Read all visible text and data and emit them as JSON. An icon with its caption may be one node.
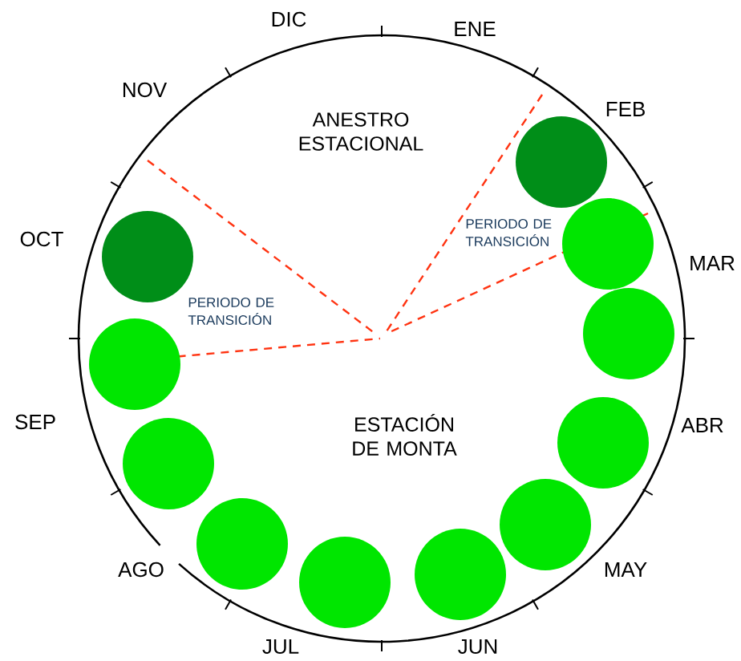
{
  "diagram": {
    "nodes": [
      {
        "text": [],
        "shape": "circle"
      },
      {
        "text": [],
        "shape": "circle"
      },
      {
        "text": [],
        "shape": "circle"
      },
      {
        "text": [],
        "shape": "circle"
      },
      {
        "text": [],
        "shape": "circle"
      },
      {
        "text": [],
        "shape": "circle"
      },
      {
        "text": [],
        "shape": "circle"
      },
      {
        "text": [],
        "shape": "circle"
      },
      {
        "text": [],
        "shape": "circle"
      },
      {
        "text": [],
        "shape": "circle"
      },
      {
        "text": [],
        "shape": "circle"
      }
    ],
    "labels": [
      "DIC",
      "ENE",
      "NOV",
      "ANESTRO ESTACIONAL",
      "FEB",
      "PERIODO DE TRANSICIÓN",
      "OCT",
      "MAR",
      "PERIODO DE TRANSICIÓN",
      "SEP",
      "ESTACIÓN DE MONTA",
      "ABR",
      "AGO",
      "MAY",
      "JUL",
      "JUN"
    ]
  }
}
